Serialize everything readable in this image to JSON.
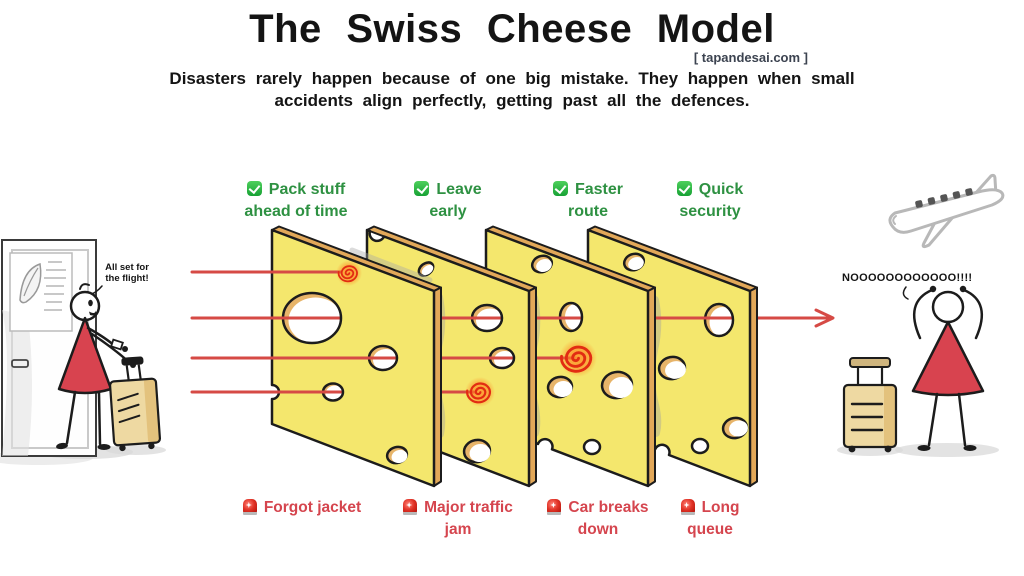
{
  "title": "The Swiss Cheese Model",
  "credit": "[ tapandesai.com ]",
  "subtitle": {
    "line1": "Disasters rarely happen because of one big mistake. They happen when small",
    "line2": "accidents align perfectly, getting past all the defences."
  },
  "slices": [
    {
      "defence": {
        "line1": "Pack stuff",
        "line2": "ahead of time"
      },
      "failure": {
        "line1": "Forgot jacket",
        "line2": ""
      }
    },
    {
      "defence": {
        "line1": "Leave",
        "line2": "early"
      },
      "failure": {
        "line1": "Major traffic",
        "line2": "jam"
      }
    },
    {
      "defence": {
        "line1": "Faster",
        "line2": "route"
      },
      "failure": {
        "line1": "Car breaks",
        "line2": "down"
      }
    },
    {
      "defence": {
        "line1": "Quick",
        "line2": "security"
      },
      "failure": {
        "line1": "Long",
        "line2": "queue"
      }
    }
  ],
  "left_person": {
    "speech_line1": "All set for",
    "speech_line2": "the flight!"
  },
  "right_person": {
    "speech": "NOOOOOOOOOOOO!!!!"
  },
  "icons": {
    "defence": "check-mark-button",
    "failure": "police-car-light"
  },
  "colors": {
    "cheese_yellow": "#f4e76d",
    "cheese_edge": "#e2a859",
    "outline": "#1c1c1c",
    "arrow_red": "#d64a45",
    "dress_red": "#d8434f",
    "defence_green": "#2e9142",
    "failure_red": "#d5454e",
    "splat_glow_orange": "#ff8c1e",
    "credit_color": "#3c4350"
  }
}
